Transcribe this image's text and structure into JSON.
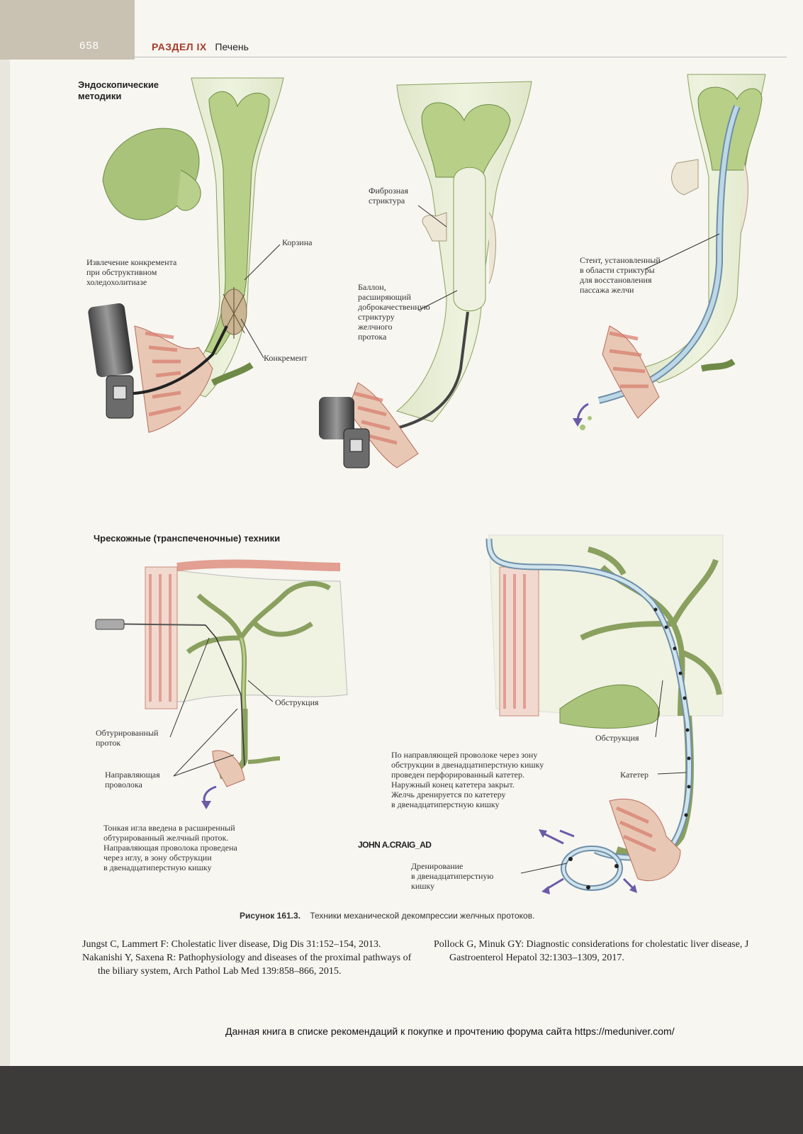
{
  "header": {
    "page_number": "658",
    "section_label": "РАЗДЕЛ IX",
    "section_title": "Печень"
  },
  "figure": {
    "endoscopic": {
      "heading_line1": "Эндоскопические",
      "heading_line2": "методики",
      "panel1": {
        "basket": "Корзина",
        "extraction_l1": "Извлечение конкремента",
        "extraction_l2": "при обструктивном",
        "extraction_l3": "холедохолитиазе",
        "stone": "Конкремент"
      },
      "panel2": {
        "stricture_l1": "Фиброзная",
        "stricture_l2": "стриктура",
        "balloon_l1": "Баллон,",
        "balloon_l2": "расширяющий",
        "balloon_l3": "доброкачественную",
        "balloon_l4": "стриктуру",
        "balloon_l5": "желчного",
        "balloon_l6": "протока"
      },
      "panel3": {
        "stent_l1": "Стент, установленный",
        "stent_l2": "в области стриктуры",
        "stent_l3": "для восстановления",
        "stent_l4": "пассажа желчи"
      }
    },
    "percutaneous": {
      "heading": "Чрескожные (транспеченочные) техники",
      "panel4": {
        "obstruction": "Обструкция",
        "obturated_l1": "Обтурированный",
        "obturated_l2": "проток",
        "guidewire_l1": "Направляющая",
        "guidewire_l2": "проволока",
        "desc_l1": "Тонкая игла введена в расширенный",
        "desc_l2": "обтурированный желчный проток.",
        "desc_l3": "Направляющая проволока проведена",
        "desc_l4": "через иглу, в зону обструкции",
        "desc_l5": "в двенадцатиперстную кишку"
      },
      "panel5": {
        "obstruction": "Обструкция",
        "catheter": "Катетер",
        "desc_l1": "По направляющей проволоке через зону",
        "desc_l2": "обструкции в двенадцатиперстную кишку",
        "desc_l3": "проведен перфорированный катетер.",
        "desc_l4": "Наружный конец катетера закрыт.",
        "desc_l5": "Желчь дренируется по катетеру",
        "desc_l6": "в двенадцатиперстную кишку",
        "drainage_l1": "Дренирование",
        "drainage_l2": "в двенадцатиперстную",
        "drainage_l3": "кишку"
      },
      "signature": "JOHN A.CRAIG_AD"
    },
    "caption_label": "Рисунок 161.3.",
    "caption_text": "Техники механической декомпрессии желчных протоков."
  },
  "references": {
    "left": [
      "Jungst C, Lammert F: Cholestatic liver disease, Dig Dis 31:152–154, 2013.",
      "Nakanishi Y, Saxena R: Pathophysiology and diseases of the proximal pathways of the biliary system, Arch Pathol Lab Med 139:858–866, 2015."
    ],
    "right": [
      "Pollock G, Minuk GY: Diagnostic considerations for cholestatic liver disease, J Gastroenterol Hepatol 32:1303–1309, 2017."
    ]
  },
  "footer_note": "Данная книга в списке рекомендаций к покупке и прочтению форума сайта https://meduniver.com/",
  "colors": {
    "duct_green": "#a9c47a",
    "duct_light": "#d8e6b8",
    "tissue_red": "#d87a6a",
    "section_red": "#a83a2a",
    "catheter_blue": "#9fc4d8",
    "arrow_purple": "#6a5aa8"
  }
}
